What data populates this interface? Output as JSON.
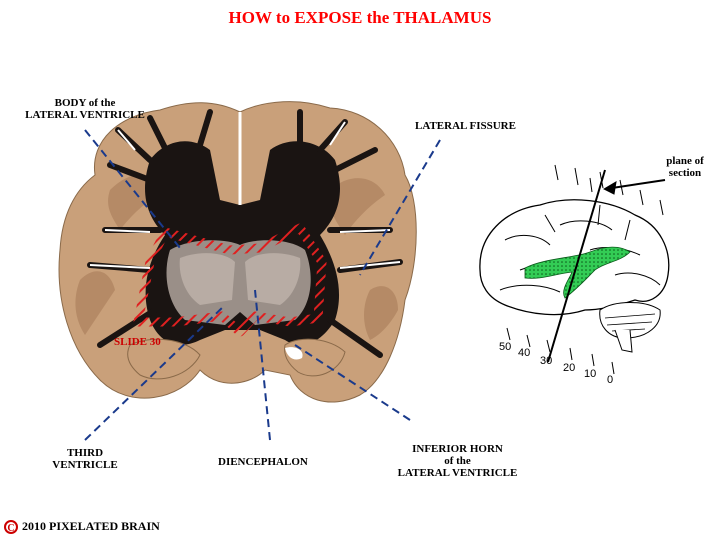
{
  "title": "HOW to EXPOSE the THALAMUS",
  "labels": {
    "body_lateral_ventricle_1": "BODY of the",
    "body_lateral_ventricle_2": "LATERAL VENTRICLE",
    "lateral_fissure": "LATERAL FISSURE",
    "third_ventricle_1": "THIRD",
    "third_ventricle_2": "VENTRICLE",
    "diencephalon": "DIENCEPHALON",
    "inferior_horn_1": "INFERIOR HORN",
    "inferior_horn_2": "of the",
    "inferior_horn_3": "LATERAL VENTRICLE",
    "slide_marker": "SLIDE 30",
    "plane_of_section_1": "plane of",
    "plane_of_section_2": "section"
  },
  "scale_ticks": [
    "50",
    "40",
    "30",
    "20",
    "10",
    "0"
  ],
  "copyright": {
    "symbol": "C",
    "text": "2010  PIXELATED BRAIN"
  },
  "colors": {
    "title": "#ff0000",
    "leader_lines": "#1a3a8c",
    "hatch": "#e02020",
    "ventricle_fill": "#22aa44",
    "brain_tissue": "#c9a07a",
    "white_matter": "#1a1412"
  }
}
